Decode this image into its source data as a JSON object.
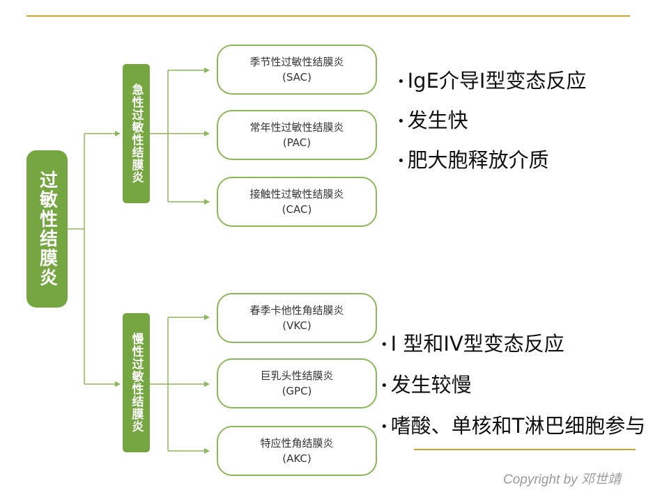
{
  "root": {
    "label": "过敏性结膜炎"
  },
  "groups": [
    {
      "label": "急性过敏性结膜炎"
    },
    {
      "label": "慢性过敏性结膜炎"
    }
  ],
  "types": [
    {
      "name": "季节性过敏性结膜炎",
      "abbr": "(SAC)"
    },
    {
      "name": "常年性过敏性结膜炎",
      "abbr": "(PAC)"
    },
    {
      "name": "接触性过敏性结膜炎",
      "abbr": "(CAC)"
    },
    {
      "name": "春季卡他性角结膜炎",
      "abbr": "(VKC)"
    },
    {
      "name": "巨乳头性结膜炎",
      "abbr": "(GPC)"
    },
    {
      "name": "特应性角结膜炎",
      "abbr": "(AKC)"
    }
  ],
  "features": {
    "acute": [
      "IgE介导I型变态反应",
      "发生快",
      "肥大胞释放介质"
    ],
    "chronic": [
      "I 型和IV型变态反应",
      "发生较慢",
      "嗜酸、单核和T淋巴细胞参与"
    ]
  },
  "bullet": "•",
  "colors": {
    "box_fill": "#76a642",
    "box_border": "#8cb65a",
    "connector": "#8cb65a",
    "rule": "#c9a227"
  },
  "copyright": "Copyright by 邓世靖"
}
